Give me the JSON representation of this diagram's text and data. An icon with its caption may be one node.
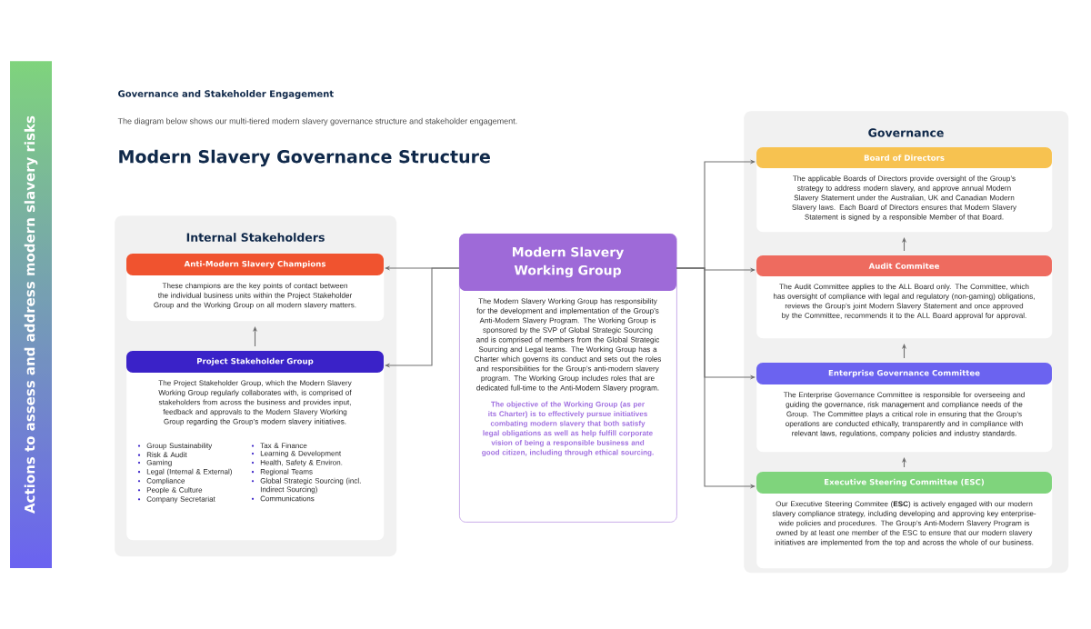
{
  "diagram": {
    "title": "Modern Slavery Governance Structure",
    "nodes": [
      {
        "text": [
          "Internal Stakeholders"
        ]
      },
      {
        "text": [
          "Anti-Modern Slavery Champions",
          "These champions are the key points of contact between the individual business units within the Project Stakeholder Group and the Working Group on all modern slavery matters."
        ],
        "in": 0
      },
      {
        "text": [
          "Project Stakeholder Group",
          "The Project Stakeholder Group, which the Modern Slavery Working Group regularly collaborates with, is comprised of stakeholders from across the business and provides input, feedback and approvals to the Modern Slavery Working Group regarding the Group’s modern slavery initiatives.",
          "Group Sustainability",
          "Risk & Audit",
          "Gaming",
          "Legal (Internal & External)",
          "Compliance",
          "People & Culture",
          "Company Secretariat",
          "Tax & Finance",
          "Learning & Development",
          "Health, Safety & Environ.",
          "Regional Teams",
          "Global Strategic Sourcing (incl. Indirect Sourcing)",
          "Communications"
        ],
        "in": 0
      },
      {
        "text": [
          "Modern Slavery Working Group",
          "The Modern Slavery Working Group has responsibility for the development and implementation of the Group’s Anti-Modern Slavery Program. The Working Group is sponsored by the SVP of Global Strategic Sourcing and is comprised of members from the Global Strategic Sourcing and Legal teams. The Working Group has a Charter which governs its conduct and sets out the roles and responsibilities for the Group’s anti-modern slavery program. The Working Group includes roles that are dedicated full-time to the Anti-Modern Slavery program.",
          "The objective of the Working Group (as per its Charter) is to effectively pursue initiatives combating modern slavery that both satisfy legal obligations as well as help fulfill corporate vision of being a responsible business and good citizen, including through ethical sourcing."
        ]
      },
      {
        "text": [
          "Governance"
        ]
      },
      {
        "text": [
          "Board of Directors",
          "The applicable Boards of Directors provide oversight of the Group’s strategy to address modern slavery, and approve annual Modern Slavery Statement under the Australian, UK and Canadian Modern Slavery laws. Each Board of Directors ensures that Modern Slavery Statement is signed by a responsible Member of that Board."
        ],
        "in": 4
      },
      {
        "text": [
          "Audit Commitee",
          "The Audit Committee applies to the ALL Board only. The Committee, which has oversight of compliance with legal and regulatory (non-gaming) obligations, reviews the Group’s joint Modern Slavery Statement and once approved by the Committee, recommends it to the ALL Board approval for approval."
        ],
        "in": 4
      },
      {
        "text": [
          "Enterprise Governance Committee",
          "The Enterprise Governance Committee is responsible for overseeing and guiding the governance, risk management and compliance needs of the Group. The Committee plays a critical role in ensuring that the Group’s operations are conducted ethically, transparently and in compliance with relevant laws, regulations, company policies and industry standards."
        ],
        "in": 4
      },
      {
        "text": [
          "Executive Steering Committee (ESC)",
          "Our Executive Steering Commitee (**ESC**) is actively engaged with our modern slavery compliance strategy, including developing and approving key enterprise-wide policies and procedures. The Group’s Anti-Modern Slavery Program is owned by at least one member of the ESC to ensure that our modern slavery initiatives are implemented from the top and across the whole of our business."
        ],
        "in": 4
      }
    ],
    "edges": [
      {
        "from": 3,
        "to": 1,
        "arrow": "to"
      },
      {
        "from": 3,
        "to": 2,
        "arrow": "to"
      },
      {
        "from": 2,
        "to": 1,
        "arrow": "to"
      },
      {
        "from": 3,
        "to": 5,
        "arrow": "to"
      },
      {
        "from": 3,
        "to": 6,
        "arrow": "to"
      },
      {
        "from": 3,
        "to": 7,
        "arrow": "to"
      },
      {
        "from": 3,
        "to": 8,
        "arrow": "to"
      },
      {
        "from": 6,
        "to": 5,
        "arrow": "to"
      },
      {
        "from": 7,
        "to": 6,
        "arrow": "to"
      },
      {
        "from": 8,
        "to": 7,
        "arrow": "to"
      }
    ],
    "labels": [
      "Actions to assess and address modern slavery risks",
      "Governance and Stakeholder Engagement",
      "The diagram below shows our multi-tiered modern slavery governance structure and stakeholder engagement."
    ]
  }
}
